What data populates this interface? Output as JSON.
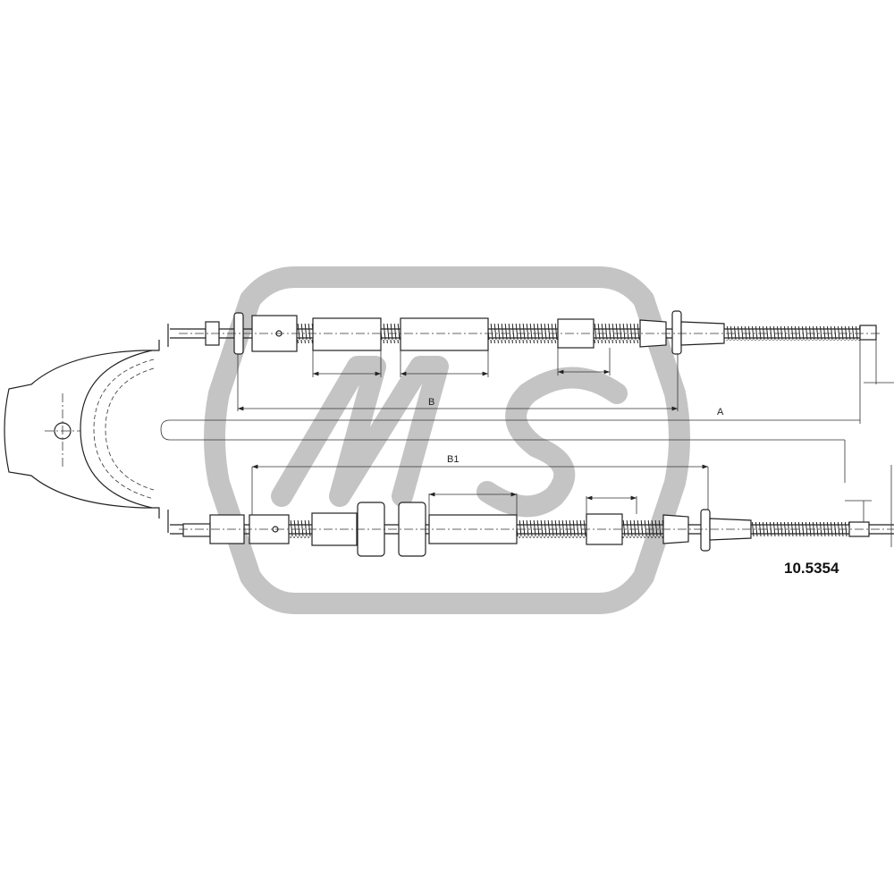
{
  "diagram": {
    "dimension_labels": {
      "a": "A",
      "b": "B",
      "b1": "B1"
    },
    "part_number": "10.5354",
    "watermark_text": "MS",
    "colors": {
      "lines": "#222222",
      "watermark": "#c4c4c4",
      "background": "#ffffff"
    }
  }
}
